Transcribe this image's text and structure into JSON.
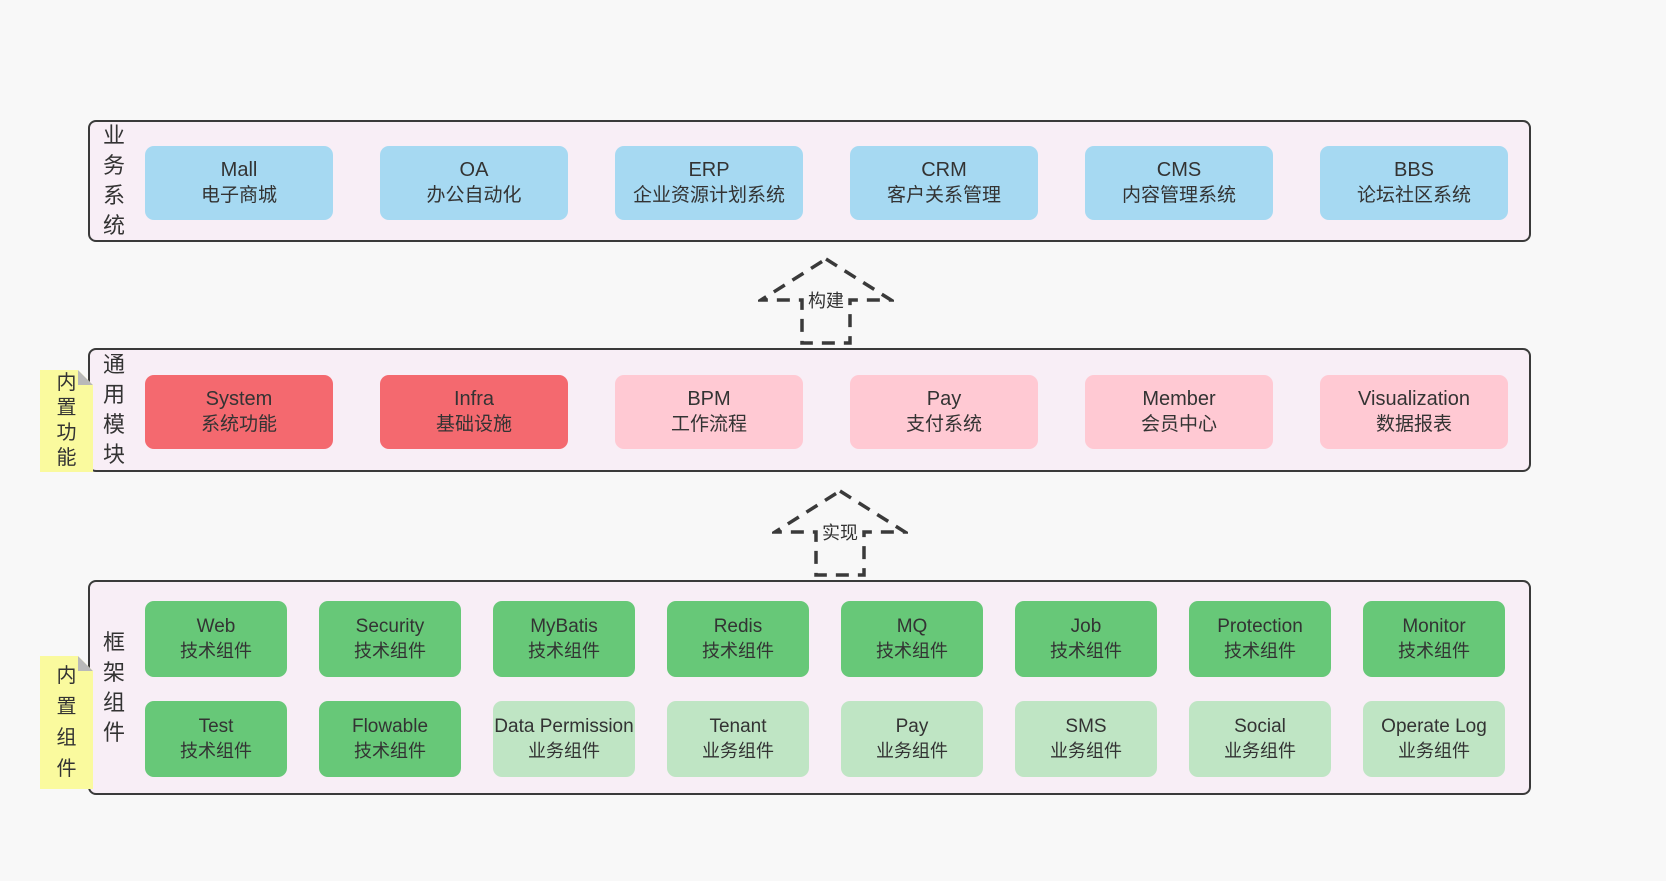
{
  "colors": {
    "page_bg": "#f8f8f8",
    "layer_bg": "#f8eef6",
    "layer_border": "#3a3a3a",
    "box_blue": "#a6d9f2",
    "box_red": "#f4696f",
    "box_pink": "#ffc9d3",
    "box_green_dark": "#67c878",
    "box_green_light": "#bfe5c4",
    "sticky_yellow": "#fafa9e",
    "sticky_fold_gray": "#b9b9b9",
    "text": "#333333"
  },
  "arrows": [
    {
      "label": "构建"
    },
    {
      "label": "实现"
    }
  ],
  "layers": [
    {
      "label": "业务系统",
      "boxes": [
        {
          "title": "Mall",
          "subtitle": "电子商城"
        },
        {
          "title": "OA",
          "subtitle": "办公自动化"
        },
        {
          "title": "ERP",
          "subtitle": "企业资源计划系统"
        },
        {
          "title": "CRM",
          "subtitle": "客户关系管理"
        },
        {
          "title": "CMS",
          "subtitle": "内容管理系统"
        },
        {
          "title": "BBS",
          "subtitle": "论坛社区系统"
        }
      ]
    },
    {
      "label": "通用模块",
      "sticky": "内置功能",
      "boxes": [
        {
          "title": "System",
          "subtitle": "系统功能"
        },
        {
          "title": "Infra",
          "subtitle": "基础设施"
        },
        {
          "title": "BPM",
          "subtitle": "工作流程"
        },
        {
          "title": "Pay",
          "subtitle": "支付系统"
        },
        {
          "title": "Member",
          "subtitle": "会员中心"
        },
        {
          "title": "Visualization",
          "subtitle": "数据报表"
        }
      ]
    },
    {
      "label": "框架组件",
      "sticky": "内置组件",
      "rows": [
        [
          {
            "title": "Web",
            "subtitle": "技术组件"
          },
          {
            "title": "Security",
            "subtitle": "技术组件"
          },
          {
            "title": "MyBatis",
            "subtitle": "技术组件"
          },
          {
            "title": "Redis",
            "subtitle": "技术组件"
          },
          {
            "title": "MQ",
            "subtitle": "技术组件"
          },
          {
            "title": "Job",
            "subtitle": "技术组件"
          },
          {
            "title": "Protection",
            "subtitle": "技术组件"
          },
          {
            "title": "Monitor",
            "subtitle": "技术组件"
          }
        ],
        [
          {
            "title": "Test",
            "subtitle": "技术组件"
          },
          {
            "title": "Flowable",
            "subtitle": "技术组件"
          },
          {
            "title": "Data Permission",
            "subtitle": "业务组件"
          },
          {
            "title": "Tenant",
            "subtitle": "业务组件"
          },
          {
            "title": "Pay",
            "subtitle": "业务组件"
          },
          {
            "title": "SMS",
            "subtitle": "业务组件"
          },
          {
            "title": "Social",
            "subtitle": "业务组件"
          },
          {
            "title": "Operate Log",
            "subtitle": "业务组件"
          }
        ]
      ]
    }
  ]
}
